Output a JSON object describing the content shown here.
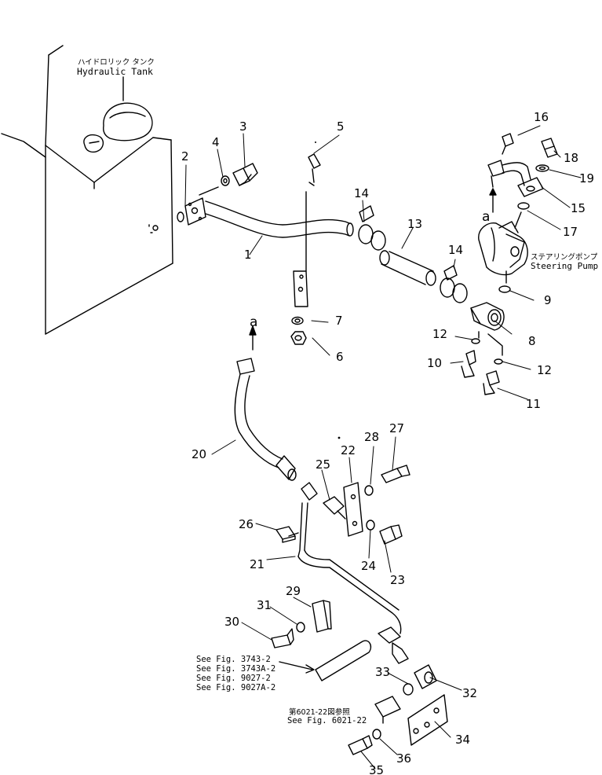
{
  "notes": {
    "tank_jp": "ハイドロリック タンク",
    "tank_en": "Hydraulic Tank",
    "pump_jp": "ステアリングポンプ",
    "pump_en": "Steering Pump",
    "see_figs": [
      "See Fig. 3743-2",
      "See Fig. 3743A-2",
      "See Fig. 9027-2",
      "See Fig. 9027A-2"
    ],
    "see_6021_jp": "第6021-22図参照",
    "see_6021_en": "See Fig. 6021-22",
    "conn_a_top": "a",
    "conn_a_bottom": "a"
  },
  "callouts": [
    "1",
    "2",
    "3",
    "4",
    "5",
    "6",
    "7",
    "8",
    "9",
    "10",
    "11",
    "12",
    "12",
    "13",
    "14",
    "14",
    "15",
    "16",
    "17",
    "18",
    "19",
    "20",
    "21",
    "22",
    "23",
    "24",
    "25",
    "26",
    "27",
    "28",
    "29",
    "30",
    "31",
    "32",
    "33",
    "34",
    "35",
    "36"
  ]
}
